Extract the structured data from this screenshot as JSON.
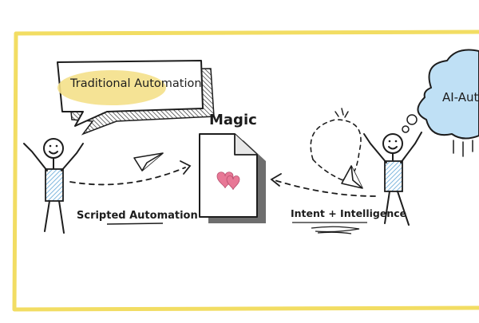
{
  "labels": {
    "traditional": "Traditional Automation",
    "ai": "AI-Automation",
    "magic": "Magic",
    "scripted": "Scripted Automation",
    "intent": "Intent + Intelligence"
  },
  "colors": {
    "frame": "#f2dd63",
    "highlight": "#f4e08a",
    "cloud": "#bfe0f5",
    "stripes": "#7fb7de",
    "hearts": "#e87896",
    "ink": "#1d1d1d"
  },
  "icons": [
    "paper-plane-icon",
    "document-icon",
    "heart-icon",
    "stick-figure-icon",
    "cloud-icon",
    "speech-bubble-icon"
  ]
}
